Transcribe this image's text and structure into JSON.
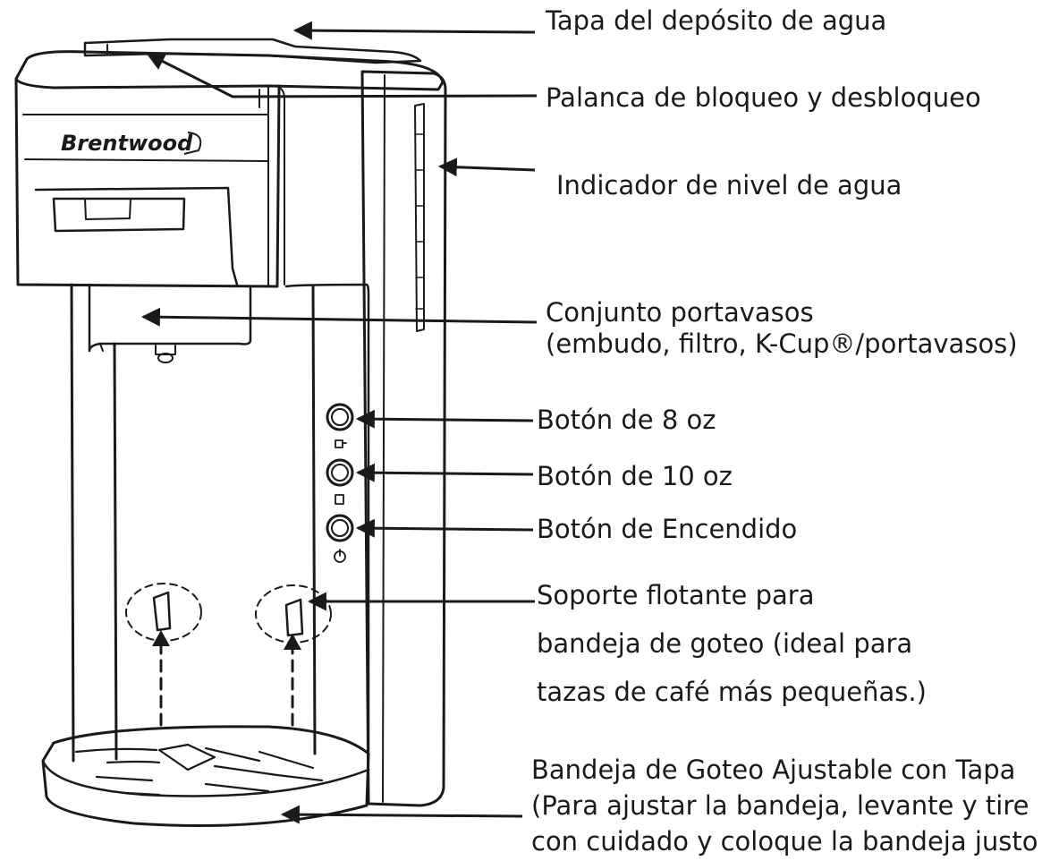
{
  "brand": "Brentwood",
  "labels": {
    "tapa": "Tapa del depósito de agua",
    "palanca": "Palanca de bloqueo y desbloqueo",
    "indicador": "Indicador de nivel de agua",
    "conjunto": [
      "Conjunto portavasos",
      "(embudo, filtro, K-Cup®/portavasos)"
    ],
    "boton8": "Botón de 8 oz",
    "boton10": "Botón de 10 oz",
    "encendido": "Botón de Encendido",
    "soporte": [
      "Soporte flotante para",
      "bandeja de goteo (ideal para",
      "tazas de café más pequeñas.)"
    ],
    "bandeja": [
      "Bandeja de Goteo Ajustable con Tapa",
      "(Para ajustar la bandeja, levante y tire",
      "con cuidado y coloque la bandeja justo"
    ]
  },
  "colors": {
    "ink": "#1a1a1a",
    "paper": "#ffffff"
  }
}
